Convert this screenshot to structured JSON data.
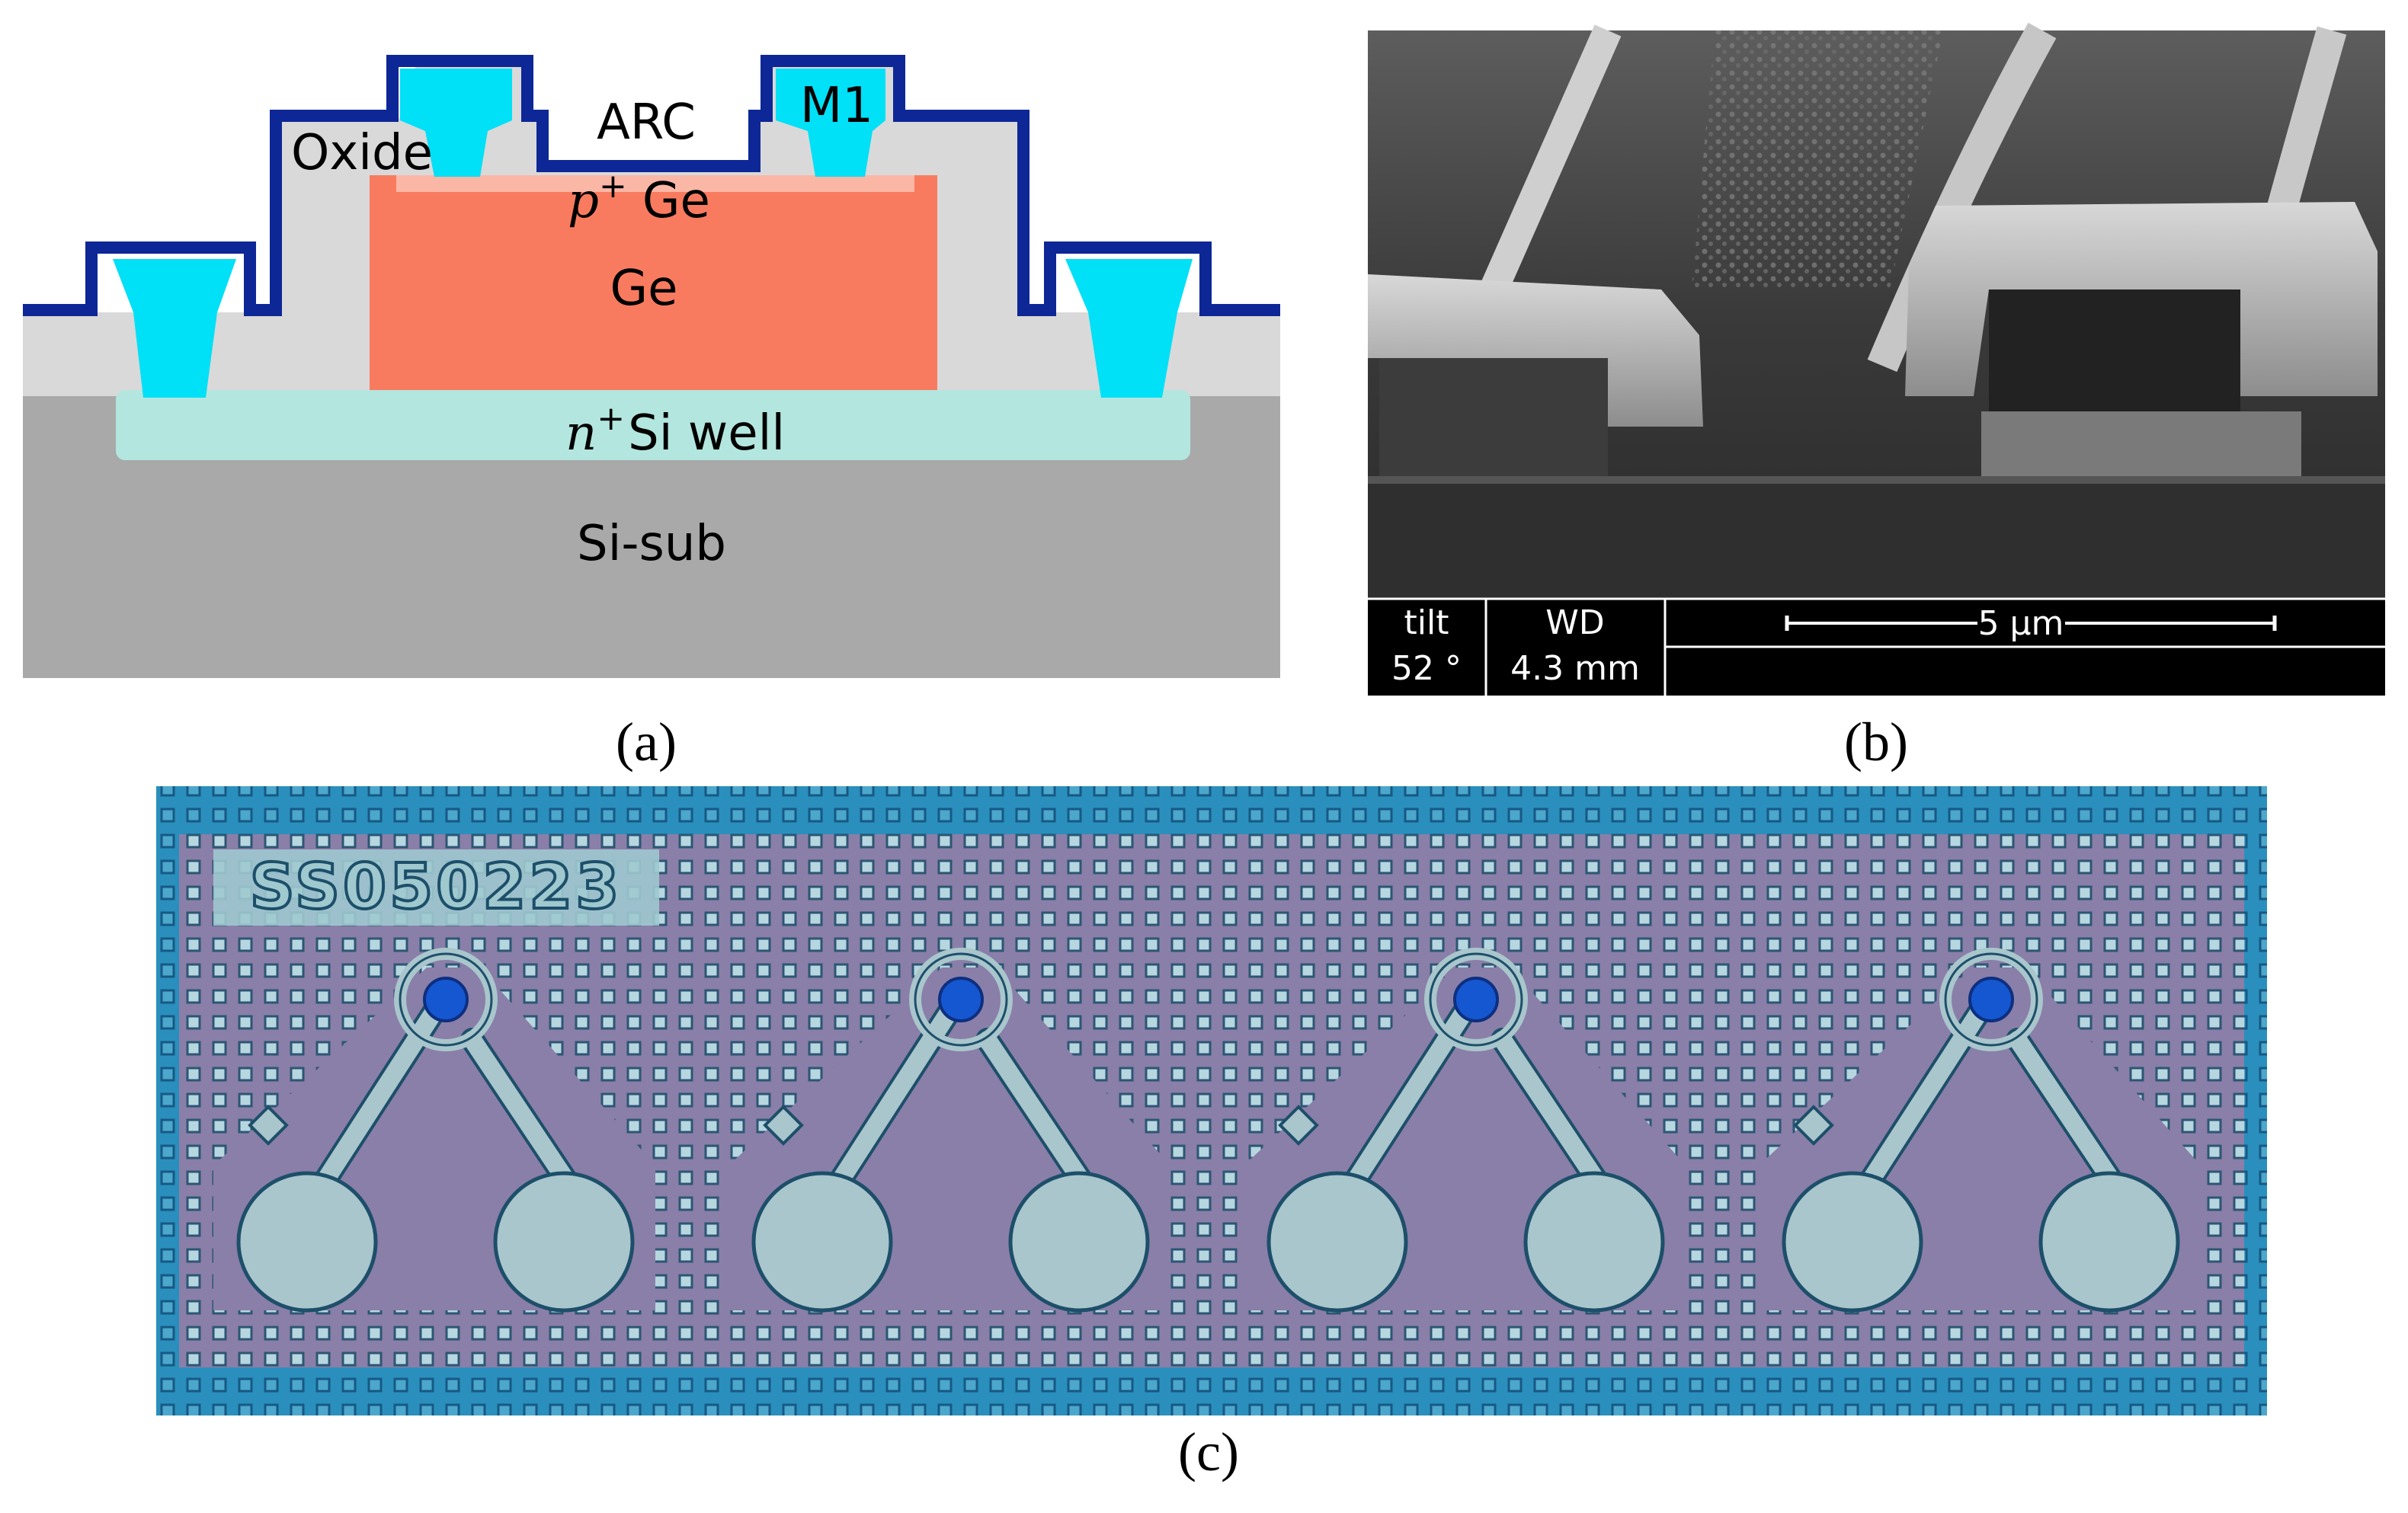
{
  "panel_a": {
    "caption": "(a)",
    "labels": {
      "arc": "ARC",
      "m1": "M1",
      "oxide": "Oxide",
      "p_sym": "p",
      "p_sup": "+",
      "p_ge": "Ge",
      "ge": "Ge",
      "n_sym": "n",
      "n_sup": "+",
      "n_well": "Si well",
      "sub": "Si-sub"
    },
    "colors": {
      "substrate": "#a9a9a9",
      "oxide": "#d9d9d9",
      "n_well": "#b3e6df",
      "ge": "#f97b5f",
      "p_layer": "#fbb7a6",
      "metal_fill": "#00e0f7",
      "metal_line": "#0e2796"
    }
  },
  "panel_b": {
    "caption": "(b)",
    "info_bar": {
      "tilt_label": "tilt",
      "tilt_value": "52 °",
      "wd_label": "WD",
      "wd_value": "4.3 mm",
      "scale_label": "5 µm"
    }
  },
  "panel_c": {
    "caption": "(c)",
    "chip_id": "SS050223",
    "colors": {
      "frame": "#2a8fbd",
      "die": "#8a7fa8",
      "pad": "#a9c6cc",
      "via": "#1557d0"
    }
  }
}
